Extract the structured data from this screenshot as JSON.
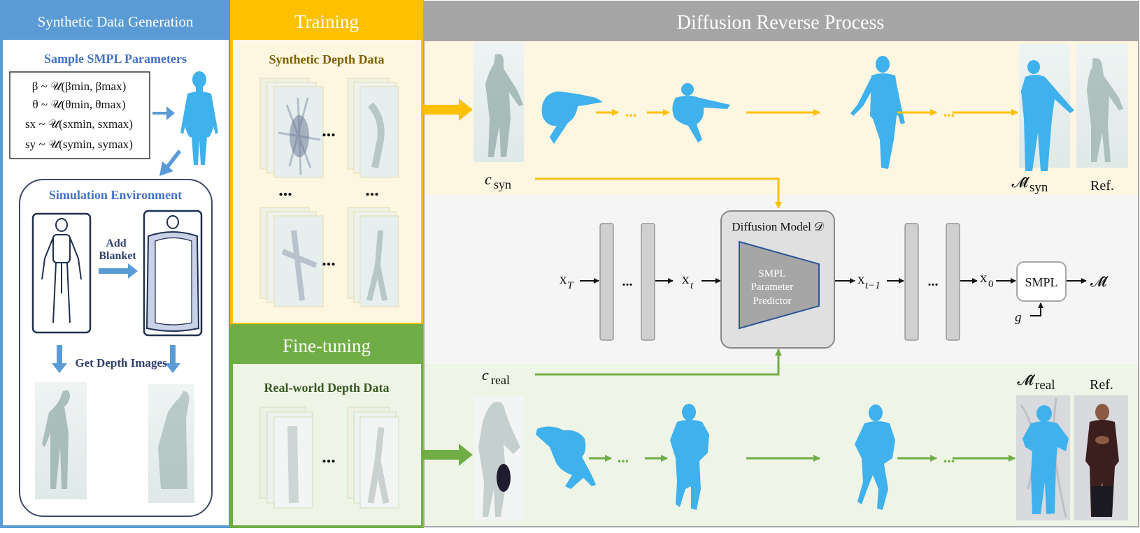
{
  "panels": {
    "synthetic": {
      "header": "Synthetic Data Generation",
      "sample_title": "Sample SMPL Parameters",
      "formulas": [
        "β ~ 𝒰(βmin, βmax)",
        "θ ~ 𝒰(θmin, θmax)",
        "sx ~ 𝒰(sxmin, sxmax)",
        "sy ~ 𝒰(symin, symax)"
      ],
      "sim_title": "Simulation Environment",
      "add_blanket_1": "Add",
      "add_blanket_2": "Blanket",
      "get_depth": "Get Depth Images"
    },
    "training": {
      "header": "Training",
      "data_title": "Synthetic Depth Data",
      "ellipsis": "..."
    },
    "finetune": {
      "header": "Fine-tuning",
      "data_title": "Real-world Depth Data"
    },
    "diffusion": {
      "header": "Diffusion Reverse Process",
      "c_syn": "c",
      "c_syn_sub": "syn",
      "c_real": "c",
      "c_real_sub": "real",
      "m_syn": "𝓜̂",
      "m_syn_sub": "syn",
      "m_real": "𝓜̂",
      "m_real_sub": "real",
      "ref": "Ref.",
      "model_title": "Diffusion Model 𝒟",
      "predictor": [
        "SMPL",
        "Parameter",
        "Predictor"
      ],
      "x_T": "x",
      "x_T_sub": "T",
      "x_t": "x",
      "x_t_sub": "t",
      "x_t1": "x",
      "x_t1_sub": "t−1",
      "x_0": "x",
      "x_0_sub": "0",
      "smpl": "SMPL",
      "g": "g",
      "m_hat": "𝓜̂",
      "dots": "..."
    }
  },
  "colors": {
    "blue": "#5b9bd5",
    "yellow": "#ffc000",
    "green": "#70ad47",
    "gray": "#a6a6a6",
    "yellow_bg": "#fdf6e1",
    "green_bg": "#eef4e6",
    "mid_bg": "#f5f5f5",
    "body_blue": "#3fb1ec",
    "title_blue": "#4472c4",
    "title_gold": "#7f6000",
    "title_green": "#385723",
    "dark_navy": "#1f2f4f"
  }
}
